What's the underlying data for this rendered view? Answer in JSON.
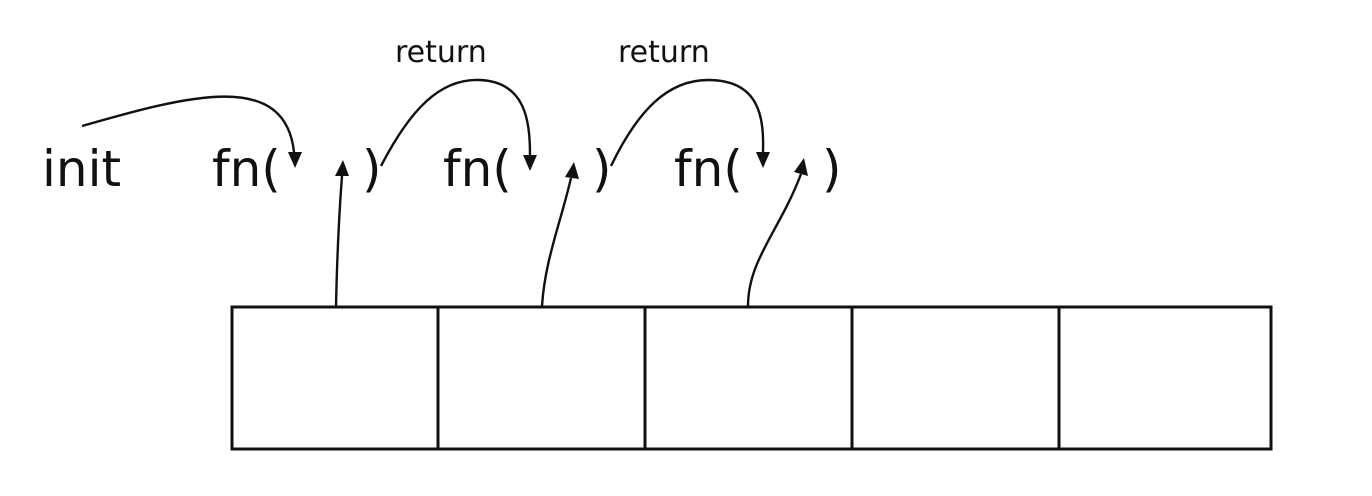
{
  "diagram": {
    "init_label": "init",
    "calls": [
      {
        "open": "fn(",
        "close": ")"
      },
      {
        "open": "fn(",
        "close": ")"
      },
      {
        "open": "fn(",
        "close": ")"
      }
    ],
    "return_labels": [
      "return",
      "return"
    ],
    "array": {
      "cells": [
        "",
        "",
        "",
        "",
        ""
      ]
    }
  },
  "colors": {
    "ink": "#111111",
    "background": "#ffffff"
  }
}
